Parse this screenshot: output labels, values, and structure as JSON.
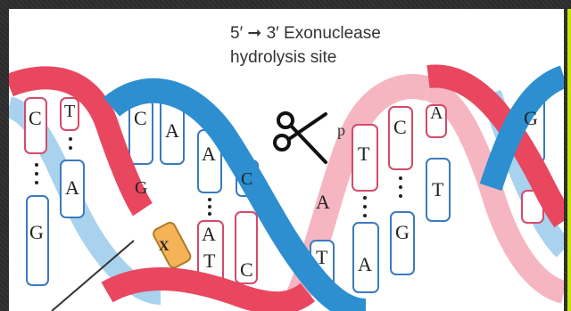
{
  "caption": {
    "line1": "5′ ➞ 3′ Exonuclease",
    "line2": "hydrolysis site"
  },
  "labels": {
    "p": "p",
    "x": "X"
  },
  "bases": {
    "b1": "C",
    "b2": "T",
    "b3": "C",
    "b4": "A",
    "b5": "A",
    "b6": "G",
    "b7": "A",
    "b8": "G",
    "b9": "A",
    "b10": "T",
    "b11": "C",
    "b12": "C",
    "b13": "A",
    "b14": "T",
    "b15": "T",
    "b16": "C",
    "b17": "A",
    "b18": "G",
    "b19": "T",
    "b20": "A",
    "b21": "G"
  },
  "colors": {
    "red_strand": "#e8475f",
    "blue_strand": "#2d8fd0",
    "pink_back": "#f5b6c2",
    "light_blue_back": "#a8d2ee",
    "base_fill": "#ffffff",
    "probe": "#f4b357"
  },
  "icons": [
    "scissors-icon",
    "arrow-icon"
  ]
}
